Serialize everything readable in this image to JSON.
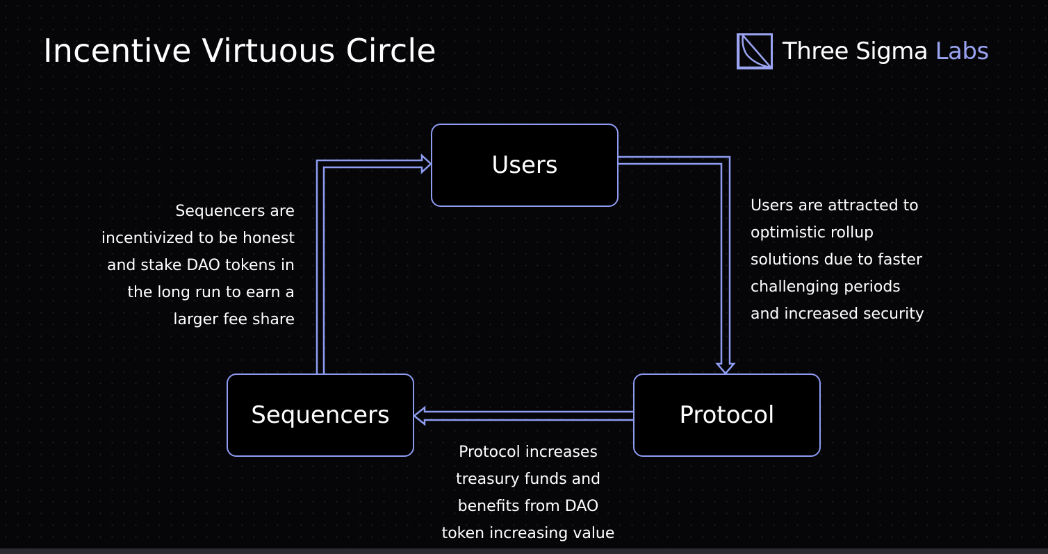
{
  "title": "Incentive Virtuous Circle",
  "logo": {
    "brand": "Three Sigma",
    "accent": "Labs",
    "icon": "three-sigma-logo-icon",
    "accent_color": "#9aa4f2"
  },
  "colors": {
    "background": "#060608",
    "stroke": "#8e9cf2",
    "text": "#ffffff"
  },
  "nodes": {
    "users": "Users",
    "sequencers": "Sequencers",
    "protocol": "Protocol"
  },
  "annotations": {
    "sequencers_to_users": [
      "Sequencers are",
      "incentivized to be honest",
      "and stake DAO tokens in",
      "the long run to earn a",
      "larger fee share"
    ],
    "users_to_protocol": [
      "Users are attracted to",
      "optimistic rollup",
      "solutions due to faster",
      "challenging periods",
      "and increased security"
    ],
    "protocol_to_sequencers": [
      "Protocol increases",
      "treasury funds and",
      "benefits from DAO",
      "token increasing value"
    ]
  }
}
